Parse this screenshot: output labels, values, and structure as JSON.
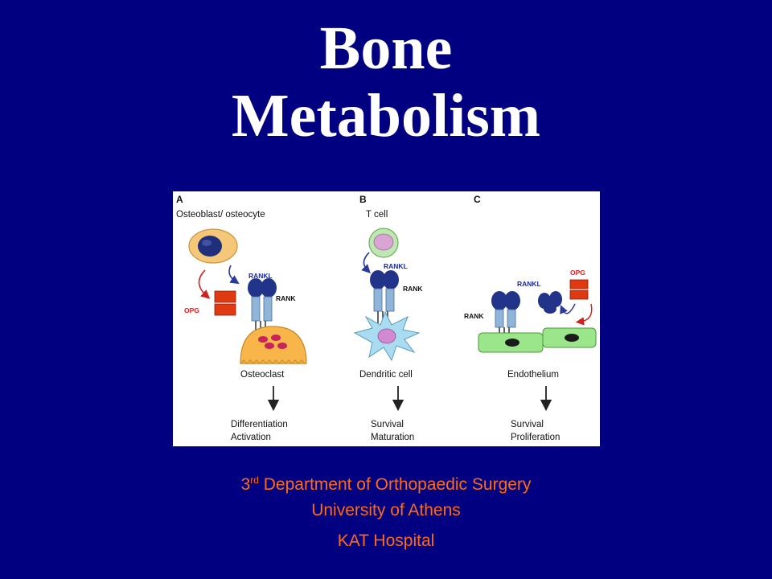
{
  "slide": {
    "title_line1": "Bone",
    "title_line2": "Metabolism",
    "footer_line1_number": "3",
    "footer_line1_suffix": "rd",
    "footer_line1_text": " Department of Orthopaedic Surgery",
    "footer_line2": "University of Athens",
    "footer_line3": "KAT Hospital"
  },
  "figure": {
    "panel_a": {
      "letter": "A",
      "cell": "Osteoblast/ osteocyte",
      "rankl": "RANKL",
      "rank": "RANK",
      "opg": "OPG",
      "target": "Osteoclast",
      "outcome1": "Differentiation",
      "outcome2": "Activation"
    },
    "panel_b": {
      "letter": "B",
      "cell": "T cell",
      "rankl": "RANKL",
      "rank": "RANK",
      "target": "Dendritic cell",
      "outcome1": "Survival",
      "outcome2": "Maturation"
    },
    "panel_c": {
      "letter": "C",
      "rankl": "RANKL",
      "rank": "RANK",
      "opg": "OPG",
      "target": "Endothelium",
      "outcome1": "Survival",
      "outcome2": "Proliferation"
    },
    "colors": {
      "rankl_label": "#1a2a9a",
      "opg_label": "#e02020",
      "receptor_head": "#22338a",
      "receptor_stalk": "#8fb6d9",
      "opg_block": "#e03a12",
      "osteoclast": "#f7b54a",
      "endothelium": "#9be58a"
    }
  }
}
